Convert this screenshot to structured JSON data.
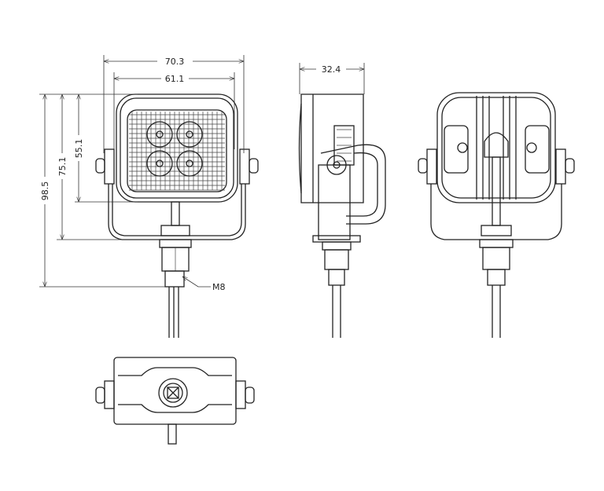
{
  "drawing": {
    "title": "LED work light dimension drawing",
    "dimensions": {
      "overall_width": "70.3",
      "housing_width": "61.1",
      "depth": "32.4",
      "overall_height": "98.5",
      "bracket_height": "75.1",
      "housing_height": "55.1",
      "thread": "M8"
    },
    "views": [
      "front",
      "side",
      "back",
      "bottom"
    ],
    "led_count": 4,
    "line_color": "#222222"
  }
}
